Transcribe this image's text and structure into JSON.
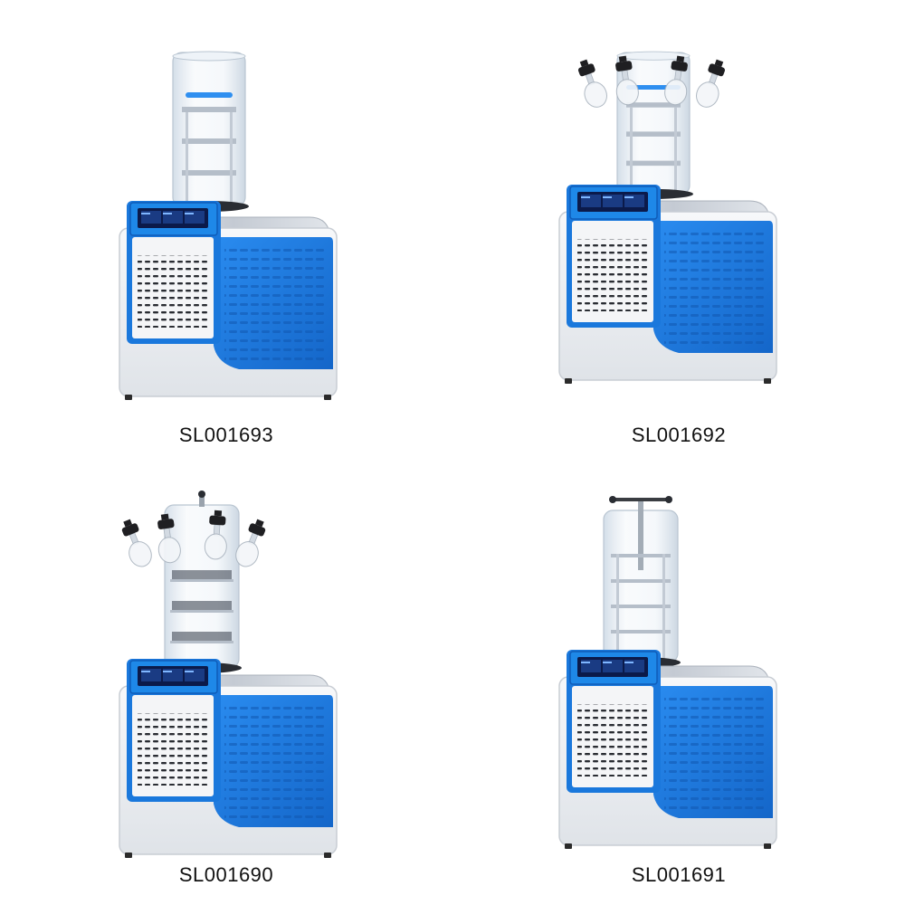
{
  "colors": {
    "body_blue": "#1f7fe0",
    "panel_blue": "#1565c8",
    "grey_body": "#eef0f3",
    "grey_top": "#c9ced6",
    "screen": "#0b1a4a",
    "glass": "#d9e6f2",
    "label_text": "#111111"
  },
  "products": [
    {
      "model": "SL001693",
      "variant": "standard-chamber"
    },
    {
      "model": "SL001692",
      "variant": "manifold-chamber"
    },
    {
      "model": "SL001690",
      "variant": "manifold-vial-chamber"
    },
    {
      "model": "SL001691",
      "variant": "press-chamber"
    }
  ]
}
